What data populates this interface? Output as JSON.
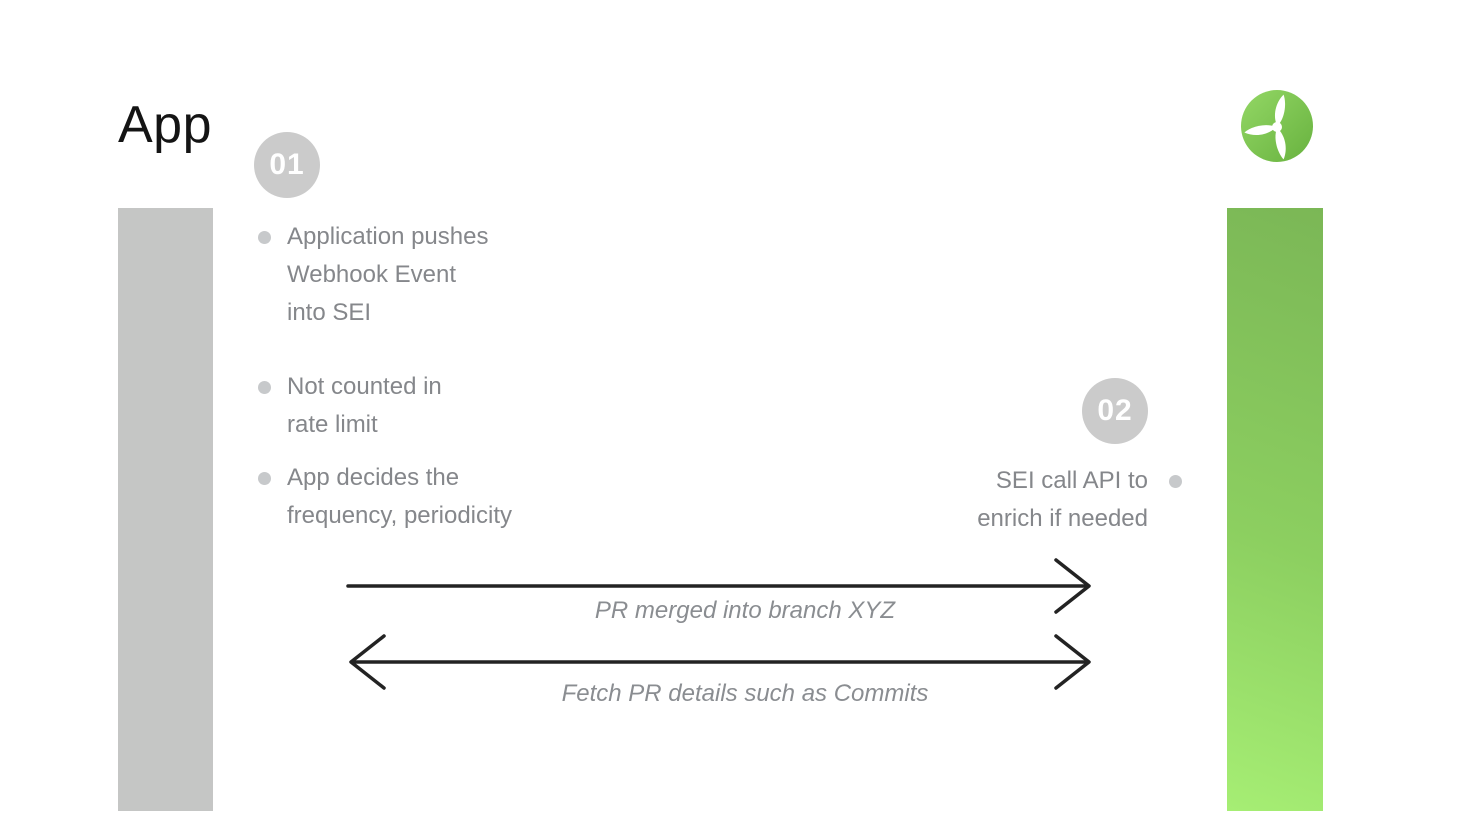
{
  "title": "App",
  "logo": {
    "icon": "propeller-logo"
  },
  "badges": {
    "step1": "01",
    "step2": "02"
  },
  "left_notes": [
    {
      "lines": [
        "Application pushes",
        "Webhook Event",
        "into SEI"
      ]
    },
    {
      "lines": [
        "Not counted in",
        "rate limit"
      ]
    },
    {
      "lines": [
        "App decides the",
        "frequency, periodicity"
      ]
    }
  ],
  "right_note": {
    "lines": [
      "SEI call API to",
      "enrich if needed"
    ]
  },
  "arrows": [
    {
      "label": "PR merged into branch XYZ",
      "direction": "right"
    },
    {
      "label": "Fetch PR details such as Commits",
      "direction": "both"
    }
  ],
  "colors": {
    "background": "#ffffff",
    "gray_bar": "#c5c6c5",
    "green_bar_top": "#7bb756",
    "green_bar_bottom": "#a6ee74",
    "badge_gray": "#cbcbcb",
    "note_text_gray": "#85878b",
    "bullet_dot_gray": "#c7c9cb",
    "arrow_label_gray": "#8a8d91",
    "arrow_black": "#232323",
    "title_black": "#141414",
    "logo_green_light": "#93d765",
    "logo_green_dark": "#68b23f"
  }
}
